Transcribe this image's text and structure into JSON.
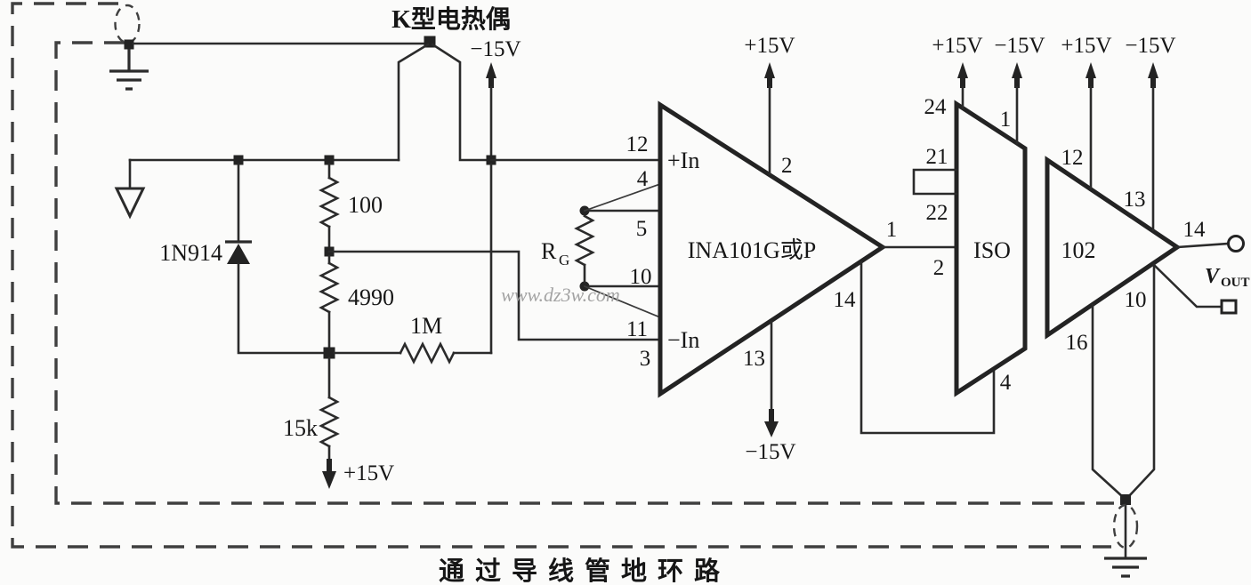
{
  "title": "K型电热偶",
  "caption": "通过导线管地环路",
  "watermark": "www.dz3w.com",
  "colors": {
    "line": "#2b2b2b",
    "text": "#161616",
    "watermark": "#a3a3a3",
    "background": "#fbfbfa"
  },
  "components": {
    "diode": "1N914",
    "r100": "100",
    "r4990": "4990",
    "r1m": "1M",
    "r15k": "15k",
    "rg_main": "R",
    "rg_sub": "G",
    "ina_name": "INA101G或P",
    "iso_name": "ISO",
    "amp_name": "102",
    "plus_in": "+In",
    "minus_in": "−In",
    "vout_main": "V",
    "vout_sub": "OUT"
  },
  "supplies": {
    "neg15_tc": "−15V",
    "pos15_ina": "+15V",
    "neg15_ina": "−15V",
    "pos15_r": "+15V",
    "pos15_iso": "+15V",
    "neg15_iso": "−15V",
    "pos15_amp": "+15V",
    "neg15_amp": "−15V"
  },
  "pins": {
    "ina12": "12",
    "ina4": "4",
    "ina5": "5",
    "ina10": "10",
    "ina11": "11",
    "ina3": "3",
    "ina2": "2",
    "ina13": "13",
    "ina1": "1",
    "ina14": "14",
    "iso24": "24",
    "iso21": "21",
    "iso22": "22",
    "iso1": "1",
    "iso2": "2",
    "iso4": "4",
    "amp12": "12",
    "amp13": "13",
    "amp14": "14",
    "amp16": "16",
    "amp10": "10"
  }
}
